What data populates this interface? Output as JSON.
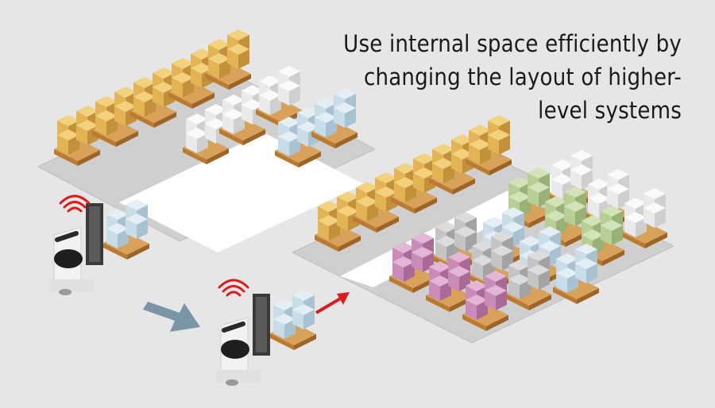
{
  "headline": {
    "line1": "Use internal space efficiently by",
    "line2": "changing the layout of higher-",
    "line3": "level systems"
  },
  "colors": {
    "background": "#e6e6e6",
    "floor": "#ffffff",
    "floor_shadow": "#cfcfcf",
    "cardboard": "#e2b453",
    "white_box": "#eeeeee",
    "light_blue_box": "#c9dde9",
    "green_box": "#b7cf95",
    "pink_box": "#c98bb8",
    "gray_box": "#c4c4c4",
    "pallet": "#c8893b",
    "arrow_red": "#d81e1e",
    "arrow_steel": "#7a95a6",
    "wifi": "#d81e1e"
  },
  "icons": [
    "forklift-icon",
    "wifi-signal-icon",
    "move-arrow-icon"
  ]
}
